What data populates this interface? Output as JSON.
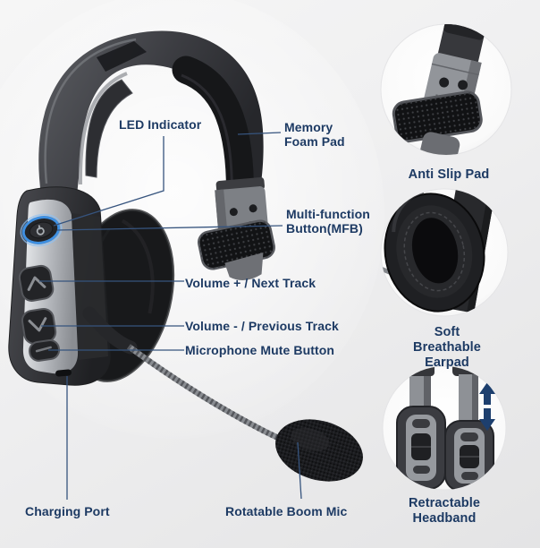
{
  "product_diagram": {
    "callouts": {
      "led_indicator": "LED Indicator",
      "memory_foam_pad": "Memory\nFoam Pad",
      "multi_function_button": "Multi-function\nButton(MFB)",
      "volume_up": "Volume + / Next Track",
      "volume_down": "Volume - / Previous Track",
      "mic_mute": "Microphone Mute Button",
      "charging_port": "Charging Port",
      "boom_mic": "Rotatable Boom Mic"
    },
    "insets": {
      "anti_slip": {
        "caption": "Anti Slip Pad"
      },
      "earpad": {
        "caption": "Soft Breathable\nEarpad"
      },
      "headband": {
        "caption": "Retractable\nHeadband"
      }
    },
    "icons": {
      "power_icon": "power symbol on MFB button",
      "volume_up_icon": "chevron-up",
      "volume_down_icon": "chevron-down",
      "extend_arrows_icon": "up/down extension arrows"
    },
    "colors": {
      "label_text": "#1d3a63",
      "callout_line": "#36547e",
      "led_ring": "#3f8fe0",
      "arrow_blue": "#1d3f6e"
    }
  }
}
